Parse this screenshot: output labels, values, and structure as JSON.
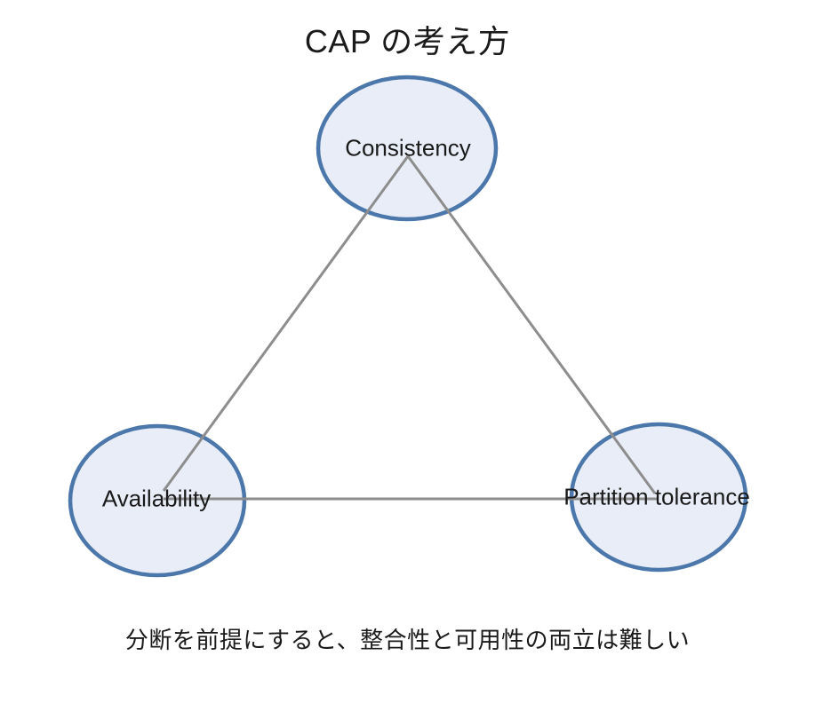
{
  "title": "CAP の考え方",
  "caption": "分断を前提にすると、整合性と可用性の両立は難しい",
  "nodes": [
    {
      "id": "consistency",
      "label": "Consistency"
    },
    {
      "id": "availability",
      "label": "Availability"
    },
    {
      "id": "partition-tolerance",
      "label": "Partition tolerance"
    }
  ],
  "edges": [
    {
      "from": "consistency",
      "to": "availability"
    },
    {
      "from": "consistency",
      "to": "partition-tolerance"
    },
    {
      "from": "availability",
      "to": "partition-tolerance"
    }
  ],
  "colors": {
    "bg": "#ffffff",
    "node-fill": "#e8edf8",
    "node-stroke": "#4b77ab",
    "edge-color": "#8d8d8d",
    "text-color": "#1a1a1a"
  }
}
